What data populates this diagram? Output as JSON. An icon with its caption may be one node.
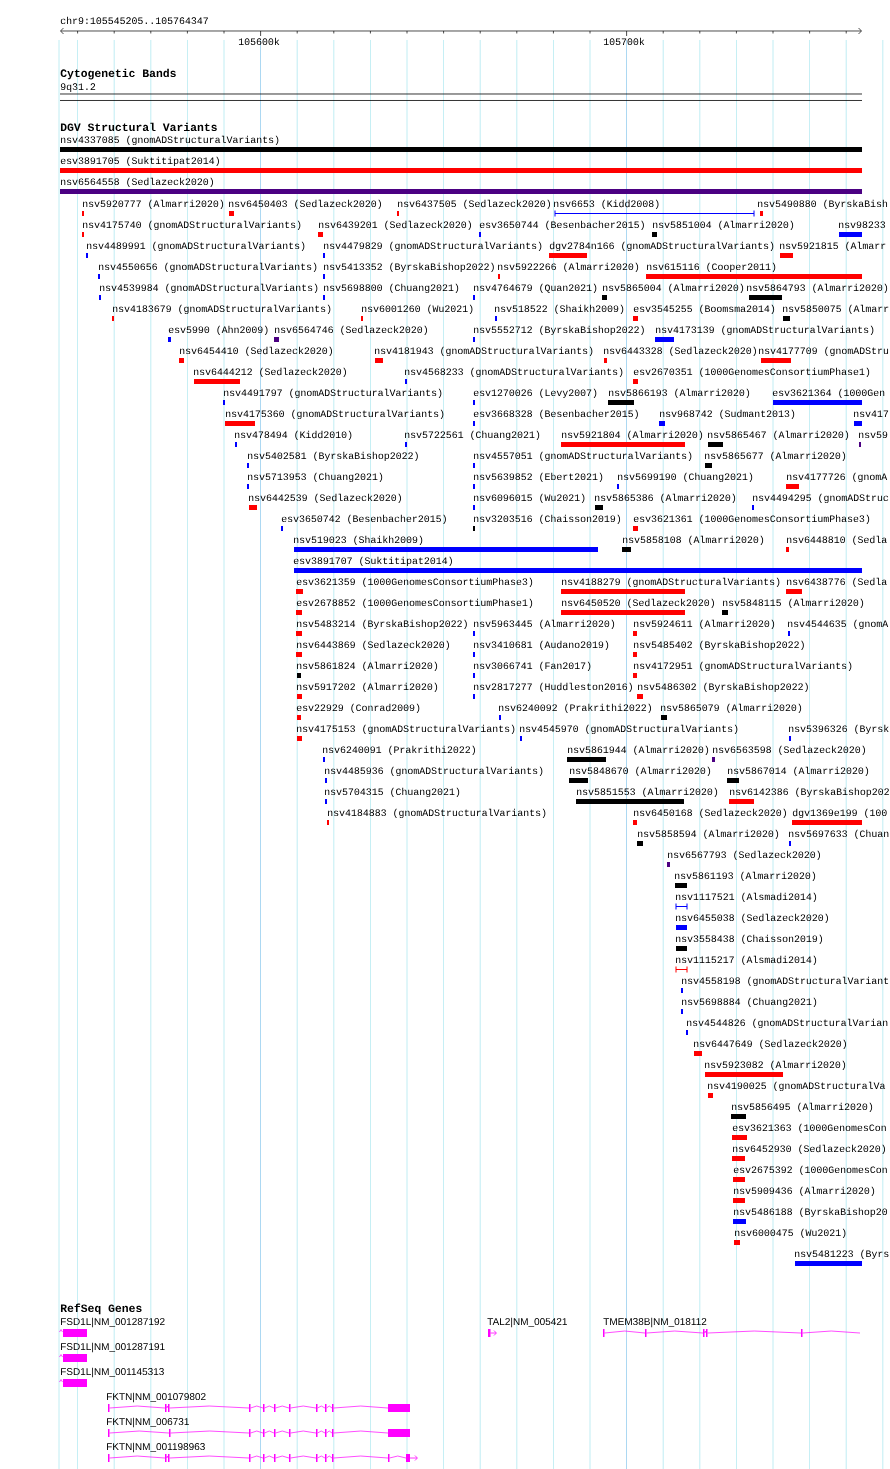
{
  "diagram": {
    "labels": [
      "chr9:105545205..105764347",
      "105600k",
      "105700k",
      "Cytogenetic Bands",
      "9q31.2",
      "DGV Structural Variants",
      "nsv4337085 (gnomADStructuralVariants)",
      "esv3891705 (Suktitipat2014)",
      "nsv6564558 (Sedlazeck2020)",
      "nsv5920777 (Almarri2020)",
      "nsv6450403 (Sedlazeck2020)",
      "nsv6437505 (Sedlazeck2020)",
      "nsv6653 (Kidd2008)",
      "nsv5490880 (ByrskaBish",
      "nsv4175740 (gnomADStructuralVariants)",
      "nsv6439201 (Sedlazeck2020)",
      "esv3650744 (Besenbacher2015)",
      "nsv5851004 (Almarri2020)",
      "nsv98233",
      "nsv4489991 (gnomADStructuralVariants)",
      "nsv4479829 (gnomADStructuralVariants)",
      "dgv2784n166 (gnomADStructuralVariants)",
      "nsv5921815 (Almarr",
      "nsv4550656 (gnomADStructuralVariants)",
      "nsv5413352 (ByrskaBishop2022)",
      "nsv5922266 (Almarri2020)",
      "nsv615116 (Cooper2011)",
      "nsv4539984 (gnomADStructuralVariants)",
      "nsv5698800 (Chuang2021)",
      "nsv4764679 (Quan2021)",
      "nsv5865004 (Almarri2020)",
      "nsv5864793 (Almarri2020)",
      "nsv4183679 (gnomADStructuralVariants)",
      "nsv6001260 (Wu2021)",
      "nsv518522 (Shaikh2009)",
      "esv3545255 (Boomsma2014)",
      "nsv5850075 (Almarr",
      "esv5990 (Ahn2009)",
      "nsv6564746 (Sedlazeck2020)",
      "nsv5552712 (ByrskaBishop2022)",
      "nsv4173139 (gnomADStructuralVariants)",
      "nsv6454410 (Sedlazeck2020)",
      "nsv4181943 (gnomADStructuralVariants)",
      "nsv6443328 (Sedlazeck2020)",
      "nsv4177709 (gnomADStru",
      "nsv6444212 (Sedlazeck2020)",
      "nsv4568233 (gnomADStructuralVariants)",
      "esv2670351 (1000GenomesConsortiumPhase1)",
      "nsv4491797 (gnomADStructuralVariants)",
      "esv1270026 (Levy2007)",
      "nsv5866193 (Almarri2020)",
      "esv3621364 (1000Gen",
      "nsv4175360 (gnomADStructuralVariants)",
      "esv3668328 (Besenbacher2015)",
      "nsv968742 (Sudmant2013)",
      "nsv417",
      "nsv478494 (Kidd2010)",
      "nsv5722561 (Chuang2021)",
      "nsv5921804 (Almarri2020)",
      "nsv5865467 (Almarri2020)",
      "nsv59",
      "nsv5402581 (ByrskaBishop2022)",
      "nsv4557051 (gnomADStructuralVariants)",
      "nsv5865677 (Almarri2020)",
      "nsv5713953 (Chuang2021)",
      "nsv5639852 (Ebert2021)",
      "nsv5699190 (Chuang2021)",
      "nsv4177726 (gnomA",
      "nsv6442539 (Sedlazeck2020)",
      "nsv6096015 (Wu2021)",
      "nsv5865386 (Almarri2020)",
      "nsv4494295 (gnomADStruc",
      "esv3650742 (Besenbacher2015)",
      "nsv3203516 (Chaisson2019)",
      "esv3621361 (1000GenomesConsortiumPhase3)",
      "nsv519023 (Shaikh2009)",
      "nsv5858108 (Almarri2020)",
      "nsv6448810 (Sedla",
      "esv3891707 (Suktitipat2014)",
      "esv3621359 (1000GenomesConsortiumPhase3)",
      "nsv4188279 (gnomADStructuralVariants)",
      "nsv6438776 (Sedla",
      "esv2678852 (1000GenomesConsortiumPhase1)",
      "nsv6450520 (Sedlazeck2020)",
      "nsv5848115 (Almarri2020)",
      "nsv5483214 (ByrskaBishop2022)",
      "nsv5963445 (Almarri2020)",
      "nsv5924611 (Almarri2020)",
      "nsv4544635 (gnomA",
      "nsv6443869 (Sedlazeck2020)",
      "nsv3410681 (Audano2019)",
      "nsv5485402 (ByrskaBishop2022)",
      "nsv5861824 (Almarri2020)",
      "nsv3066741 (Fan2017)",
      "nsv4172951 (gnomADStructuralVariants)",
      "nsv5917202 (Almarri2020)",
      "nsv2817277 (Huddleston2016)",
      "nsv5486302 (ByrskaBishop2022)",
      "esv22929 (Conrad2009)",
      "nsv6240092 (Prakrithi2022)",
      "nsv5865079 (Almarri2020)",
      "nsv4175153 (gnomADStructuralVariants)",
      "nsv4545970 (gnomADStructuralVariants)",
      "nsv5396326 (Byrsk",
      "nsv6240091 (Prakrithi2022)",
      "nsv5861944 (Almarri2020)",
      "nsv6563598 (Sedlazeck2020)",
      "nsv4485936 (gnomADStructuralVariants)",
      "nsv5848670 (Almarri2020)",
      "nsv5867014 (Almarri2020)",
      "nsv5704315 (Chuang2021)",
      "nsv5851553 (Almarri2020)",
      "nsv6142386 (ByrskaBishop202",
      "nsv4184883 (gnomADStructuralVariants)",
      "nsv6450168 (Sedlazeck2020)",
      "dgv1369e199 (100",
      "nsv5858594 (Almarri2020)",
      "nsv5697633 (Chuan",
      "nsv6567793 (Sedlazeck2020)",
      "nsv5861193 (Almarri2020)",
      "nsv1117521 (Alsmadi2014)",
      "nsv6455038 (Sedlazeck2020)",
      "nsv3558438 (Chaisson2019)",
      "nsv1115217 (Alsmadi2014)",
      "nsv4558198 (gnomADStructuralVariant",
      "nsv5698884 (Chuang2021)",
      "nsv4544826 (gnomADStructuralVarian",
      "nsv6447649 (Sedlazeck2020)",
      "nsv5923082 (Almarri2020)",
      "nsv4190025 (gnomADStructuralVa",
      "nsv5856495 (Almarri2020)",
      "esv3621363 (1000GenomesCon",
      "nsv6452930 (Sedlazeck2020)",
      "esv2675392 (1000GenomesCon",
      "nsv5909436 (Almarri2020)",
      "nsv5486188 (ByrskaBishop20",
      "nsv6000475 (Wu2021)",
      "nsv5481223 (Byrs",
      "RefSeq Genes",
      "FSD1L|NM_001287192",
      "TAL2|NM_005421",
      "TMEM38B|NM_018112",
      "FSD1L|NM_001287191",
      "FSD1L|NM_001145313",
      "FKTN|NM_001079802",
      "FKTN|NM_006731",
      "FKTN|NM_001198963"
    ]
  }
}
